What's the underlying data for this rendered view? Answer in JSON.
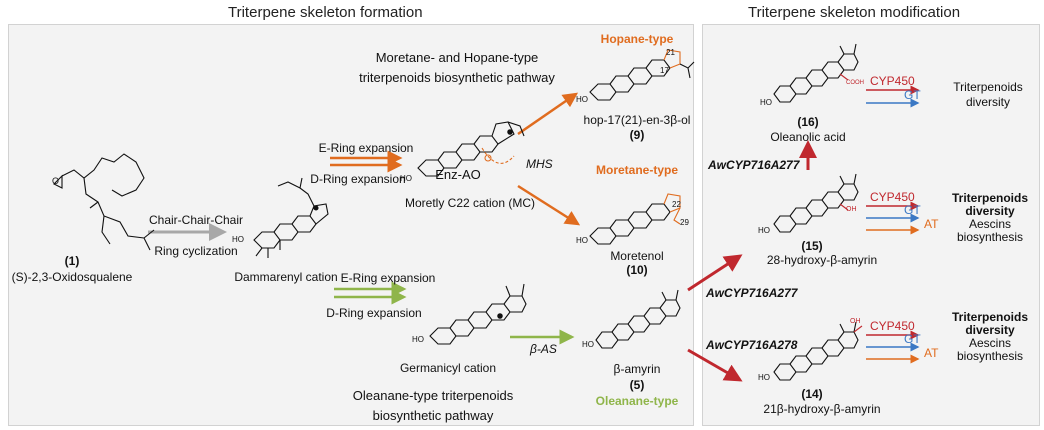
{
  "headers": {
    "formation": "Triterpene skeleton formation",
    "modification": "Triterpene skeleton modification"
  },
  "pathways": {
    "moretane_hopane": "Moretane- and Hopane-type\ntriterpenoids biosynthetic pathway",
    "oleanane": "Oleanane-type triterpenoids\nbiosynthetic pathway"
  },
  "types": {
    "hopane": "Hopane-type",
    "moretane": "Moretane-type",
    "oleanane": "Oleanane-type"
  },
  "reactions": {
    "chair": "Chair-Chair-Chair",
    "ring_cyclization": "Ring cyclization",
    "e_ring_top": "E-Ring expansion",
    "d_ring_top": "D-Ring expansion",
    "e_ring_bottom": "E-Ring expansion",
    "d_ring_bottom": "D-Ring expansion",
    "mhs": "MHS",
    "beta_as": "β-AS"
  },
  "enzymes": {
    "cyp716a277_up": "AwCYP716A277",
    "cyp716a277_mid": "AwCYP716A277",
    "cyp716a278": "AwCYP716A278",
    "cyp450_a": "CYP450",
    "cyp450_b": "CYP450",
    "cyp450_c": "CYP450",
    "gt_a": "GT",
    "gt_b": "GT",
    "gt_c": "GT",
    "at_b": "AT",
    "at_c": "AT"
  },
  "compounds": {
    "c1_num": "(1)",
    "c1_name": "(S)-2,3-Oxidosqualene",
    "dammarenyl": "Dammarenyl cation",
    "enz_ao": "Enz-AO",
    "mc": "Moretly C22 cation (MC)",
    "germanicyl": "Germanicyl cation",
    "c9_name": "hop-17(21)-en-3β-ol",
    "c9_num": "(9)",
    "c10_name": "Moretenol",
    "c10_num": "(10)",
    "c5_name": "β-amyrin",
    "c5_num": "(5)",
    "c16_num": "(16)",
    "c16_name": "Oleanolic acid",
    "c15_num": "(15)",
    "c15_name": "28-hydroxy-β-amyrin",
    "c14_num": "(14)",
    "c14_name": "21β-hydroxy-β-amyrin"
  },
  "atoms": {
    "ho": "HO",
    "oh": "OH",
    "cooh": "COOH",
    "o": "O",
    "n21": "21",
    "n17": "17",
    "n22": "22",
    "n29": "29"
  },
  "outcomes": {
    "div1_a": "Triterpenoids",
    "div1_b": "diversity",
    "div2_a": "Triterpenoids",
    "div2_b": "diversity",
    "div2_c": "Aescins",
    "div2_d": "biosynthesis",
    "div3_a": "Triterpenoids",
    "div3_b": "diversity",
    "div3_c": "Aescins",
    "div3_d": "biosynthesis"
  },
  "colors": {
    "orange": "#e06c1f",
    "green": "#8fb54a",
    "red": "#c0282e",
    "blue": "#3b78c4",
    "gray": "#a8a8a8",
    "panel": "#f3f3f3"
  }
}
